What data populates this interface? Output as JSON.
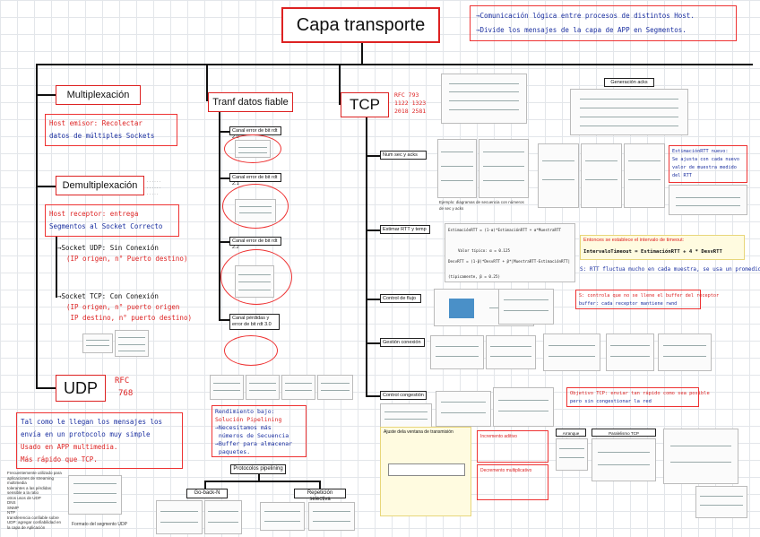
{
  "title": "Capa transporte",
  "top_note": {
    "lines": [
      "→Comunicación lógica entre procesos de distintos Host.",
      "→Divide los mensajes de la capa de APP en Segmentos."
    ]
  },
  "sections": {
    "multiplexacion": {
      "label": "Multiplexación",
      "note": [
        "Host emisor: Recolectar",
        "datos de múltiples Sockets"
      ]
    },
    "demultiplexacion": {
      "label": "Demultiplexación",
      "note": [
        "Host receptor: entrega",
        "Segmentos al Socket Correcto"
      ],
      "udp_socket": [
        "→Socket UDP: Sin Conexión",
        "(IP origen, n° Puerto destino)"
      ],
      "tcp_socket": [
        "→Socket TCP: Con Conexión",
        "(IP origen, n° puerto origen",
        " IP destino, n° puerto destino)"
      ]
    },
    "udp": {
      "label": "UDP",
      "rfc": [
        "RFC",
        "768"
      ],
      "note": [
        "Tal como le llegan los mensajes los",
        "envía en un protocolo muy simple",
        "Usado en APP multimedia.",
        "Más rápido que TCP."
      ],
      "bullets": [
        "Frecuentemente utilizado para aplicaciones de streaming multimedia",
        "tolerantes a las pérdidas",
        "sensible a la ratio",
        "otros usos de UDP",
        "DNS",
        "SNMP",
        "NTP",
        "transferencia confiable sobre UDP: agregar confiabilidad en la capa de Aplicación"
      ],
      "segment_caption": "Formato del segmento UDP"
    },
    "transf": {
      "label": "Tranf datos fiable",
      "items": [
        "Canal error de bit rdt 2.0",
        "Canal error de bit rdt 2.1",
        "Canal error de bit rdt 2.2",
        "Canal pérdidas y error de bit rdt 3.0"
      ],
      "note": [
        "Rendimiento bajo:",
        "Solución Pipelining",
        "→Necesitamos más",
        " números de Secuencia",
        "→Buffer para almacenar",
        " paquetes."
      ],
      "pipelining": {
        "label": "Protocolos pipelining",
        "children": [
          "Go-back-N",
          "Repetición selectiva"
        ]
      }
    },
    "tcp": {
      "label": "TCP",
      "rfc": [
        "RFC 793",
        "1122 1323",
        "2018 2581"
      ],
      "items": [
        "Num sec y acks",
        "Estimar RTT y temp",
        "Control de flujo",
        "Gestión conexión",
        "Control congestión"
      ],
      "rtt_note": [
        "EstimaciónRTT nuevo:",
        "Se ajusta con cada nuevo",
        "valor de muestra medido",
        "del RTT"
      ],
      "timeout_title": "Entonces se establece el intervalo de timeout:",
      "timeout_formula": "IntervaloTimeout = EstimaciónRTT + 4 * DesvRTT",
      "sample_note": "S: RTT fluctua mucho en cada muestra, se usa un promedio",
      "flow_note": [
        "S: controla que no se llene el buffer del receptor",
        "buffer: cada receptor mantiene rwnd"
      ],
      "cong_note": [
        "Objetivo TCP: enviar tan rápido como sea posible",
        "pero sin congestionar la red"
      ],
      "generacion_label": "Generación acks",
      "ajuste_label": "Ajuste dela ventana de transmisión",
      "incremento": "Incremento aditivo",
      "decremento": "Decremento multiplicativo",
      "arranque": "Arranque lento",
      "fairness": "Paralelismo TCP",
      "rtt_formula_1": "EstimaciónRTT = (1-α)*EstimaciónRTT + α*MuestraRTT",
      "rtt_formula_2": "DesvRTT = (1-β)*DesvRTT + β*|MuestraRTT-EstimaciónRTT|",
      "rtt_beta": "(típicamente, β = 0.25)",
      "rtt_alpha": "Valor típico: α = 0.125",
      "ejemplo": "Ejemplo: diagramas de secuencia con números de sec y acks"
    }
  },
  "colors": {
    "accent_red": "#dd2222",
    "ink_blue": "#1a2fa0"
  }
}
